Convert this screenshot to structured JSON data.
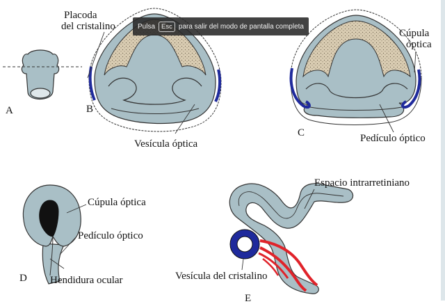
{
  "overlay": {
    "prefix": "Pulsa",
    "key": "Esc",
    "suffix": "para salir del modo de pantalla completa"
  },
  "labels": {
    "A": "A",
    "B": "B",
    "C": "C",
    "D": "D",
    "E": "E",
    "placoda_line1": "Placoda",
    "placoda_line2": "del cristalino",
    "vesicula_optica": "Vesícula óptica",
    "cupula_line1": "Cúpula",
    "cupula_line2": "óptica",
    "pediculo_c": "Pedículo óptico",
    "cupula_d": "Cúpula óptica",
    "pediculo_d": "Pedículo óptico",
    "hendidura": "Hendidura ocular",
    "espacio": "Espacio intrarretiniano",
    "vesicula_cristalino": "Vesícula del cristalino"
  },
  "colors": {
    "tissue_fill": "#a9bfc6",
    "tissue_stroke": "#333333",
    "mesenchyme": "#d8cbb1",
    "lens_blue": "#1f2a9c",
    "vessel_red": "#e0232a",
    "toast_bg": "#2a2a2a"
  }
}
